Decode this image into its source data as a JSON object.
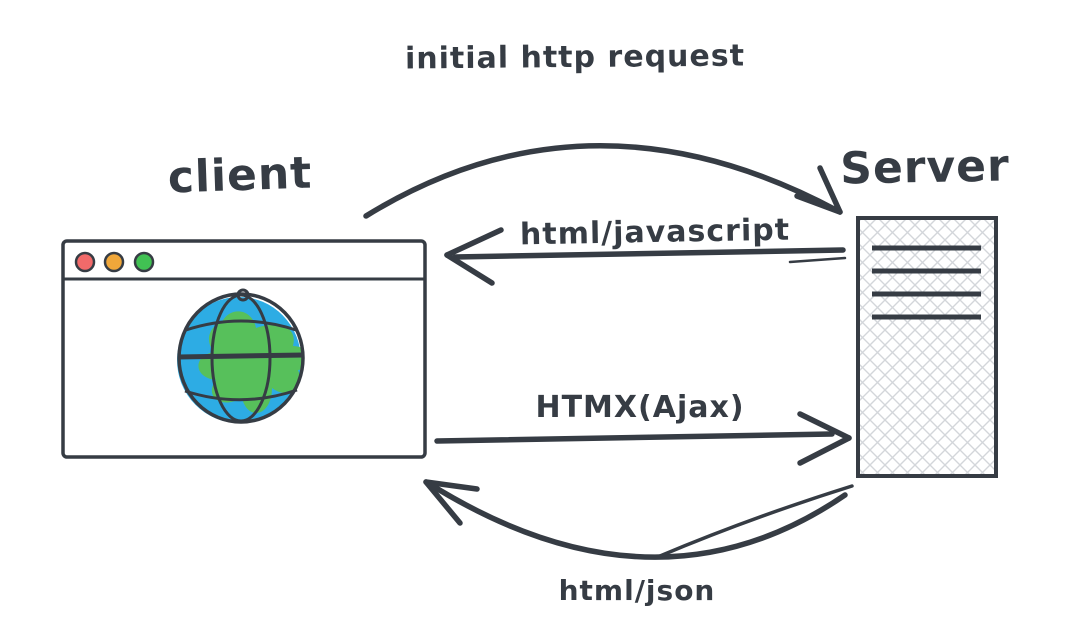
{
  "diagram": {
    "labels": {
      "initial_request": "initial http request",
      "client": "client",
      "server": "Server",
      "response": "html/javascript",
      "htmx": "HTMX(Ajax)",
      "json_response": "html/json"
    },
    "colors": {
      "ink": "#363c44",
      "globe_blue": "#2dace4",
      "globe_green": "#57c05b",
      "dot_red": "#f16a6a",
      "dot_yellow": "#f0a73a",
      "dot_green": "#41c153",
      "hatch_gray": "#d3d6da",
      "window_fill": "#ffffff"
    }
  }
}
